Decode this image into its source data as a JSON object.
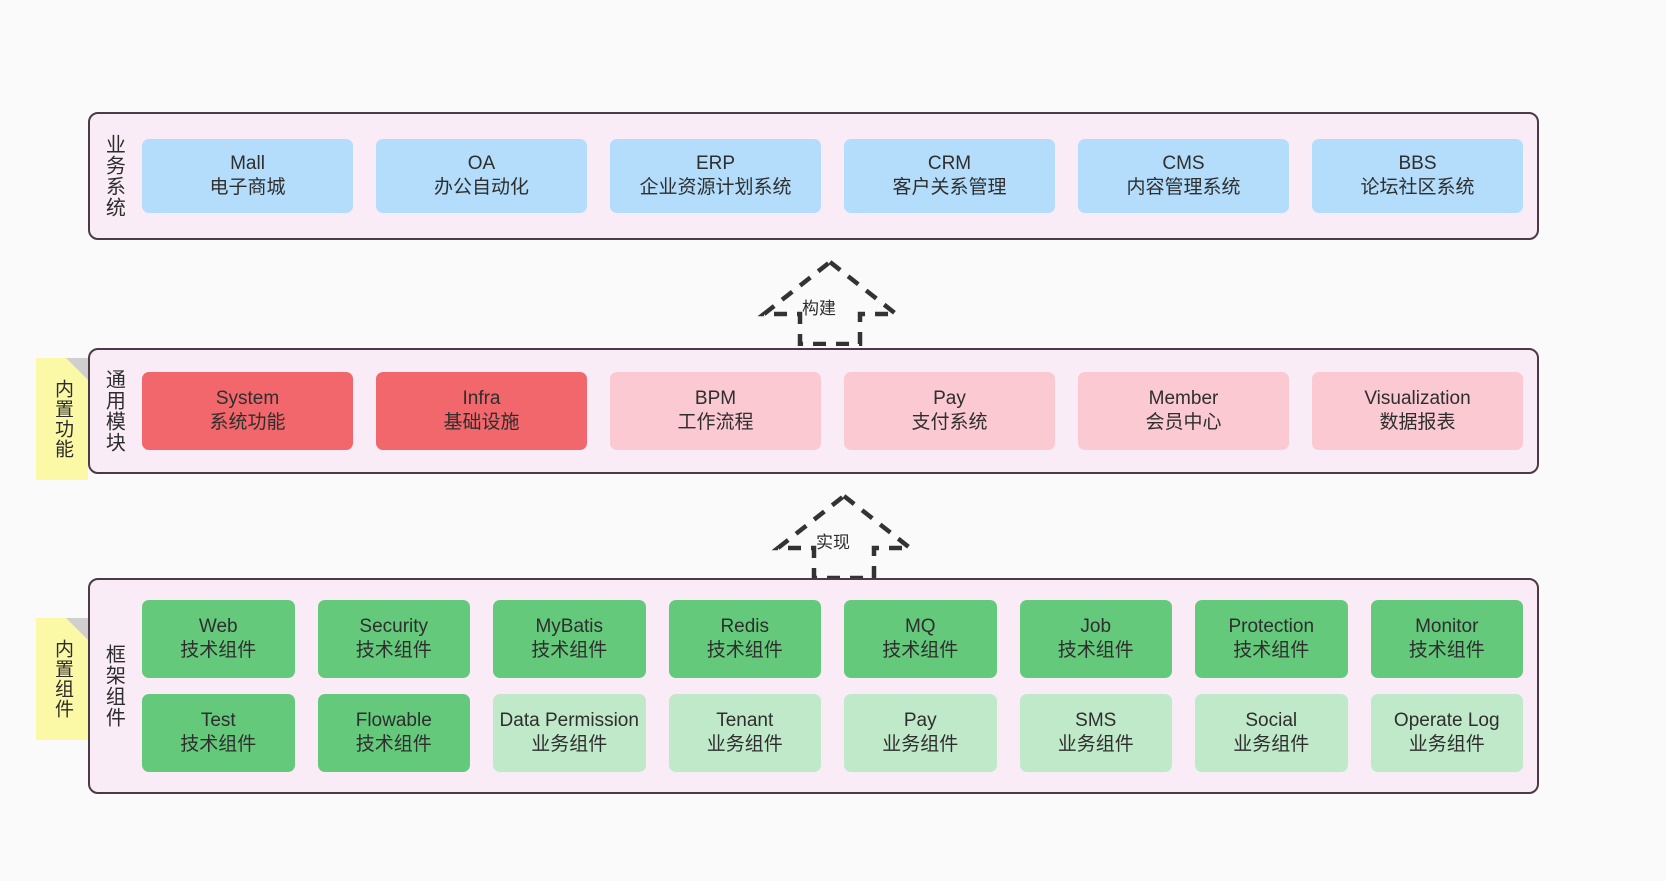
{
  "layers": [
    {
      "id": "business",
      "title": "业务系统",
      "rows": [
        {
          "cards": [
            {
              "en": "Mall",
              "cn": "电子商城",
              "color": "blue"
            },
            {
              "en": "OA",
              "cn": "办公自动化",
              "color": "blue"
            },
            {
              "en": "ERP",
              "cn": "企业资源计划系统",
              "color": "blue"
            },
            {
              "en": "CRM",
              "cn": "客户关系管理",
              "color": "blue"
            },
            {
              "en": "CMS",
              "cn": "内容管理系统",
              "color": "blue"
            },
            {
              "en": "BBS",
              "cn": "论坛社区系统",
              "color": "blue"
            }
          ]
        }
      ]
    },
    {
      "id": "common",
      "title": "通用模块",
      "rows": [
        {
          "cards": [
            {
              "en": "System",
              "cn": "系统功能",
              "color": "red"
            },
            {
              "en": "Infra",
              "cn": "基础设施",
              "color": "red"
            },
            {
              "en": "BPM",
              "cn": "工作流程",
              "color": "pink"
            },
            {
              "en": "Pay",
              "cn": "支付系统",
              "color": "pink"
            },
            {
              "en": "Member",
              "cn": "会员中心",
              "color": "pink"
            },
            {
              "en": "Visualization",
              "cn": "数据报表",
              "color": "pink"
            }
          ]
        }
      ]
    },
    {
      "id": "framework",
      "title": "框架组件",
      "rows": [
        {
          "cards": [
            {
              "en": "Web",
              "cn": "技术组件",
              "color": "green"
            },
            {
              "en": "Security",
              "cn": "技术组件",
              "color": "green"
            },
            {
              "en": "MyBatis",
              "cn": "技术组件",
              "color": "green"
            },
            {
              "en": "Redis",
              "cn": "技术组件",
              "color": "green"
            },
            {
              "en": "MQ",
              "cn": "技术组件",
              "color": "green"
            },
            {
              "en": "Job",
              "cn": "技术组件",
              "color": "green"
            },
            {
              "en": "Protection",
              "cn": "技术组件",
              "color": "green"
            },
            {
              "en": "Monitor",
              "cn": "技术组件",
              "color": "green"
            }
          ]
        },
        {
          "cards": [
            {
              "en": "Test",
              "cn": "技术组件",
              "color": "green"
            },
            {
              "en": "Flowable",
              "cn": "技术组件",
              "color": "green"
            },
            {
              "en": "Data Permission",
              "cn": "业务组件",
              "color": "greenlight"
            },
            {
              "en": "Tenant",
              "cn": "业务组件",
              "color": "greenlight"
            },
            {
              "en": "Pay",
              "cn": "业务组件",
              "color": "greenlight"
            },
            {
              "en": "SMS",
              "cn": "业务组件",
              "color": "greenlight"
            },
            {
              "en": "Social",
              "cn": "业务组件",
              "color": "greenlight"
            },
            {
              "en": "Operate Log",
              "cn": "业务组件",
              "color": "greenlight"
            }
          ]
        }
      ]
    }
  ],
  "notes": [
    {
      "id": "common",
      "label": "内置功能"
    },
    {
      "id": "framework",
      "label": "内置组件"
    }
  ],
  "arrows": [
    {
      "id": "build",
      "label": "构建"
    },
    {
      "id": "impl",
      "label": "实现"
    }
  ],
  "colors": {
    "canvas": "#fafafa",
    "layer_fill": "#f9ecf6",
    "layer_border": "#4a3b44",
    "blue": "#b3ddfa",
    "red": "#f1676b",
    "pink": "#fbc9d2",
    "green": "#65c97c",
    "green_light": "#c0e9c9",
    "note_fill": "#fbf8a6",
    "note_fold": "#cfcfcf",
    "arrow_stroke": "#333333"
  }
}
